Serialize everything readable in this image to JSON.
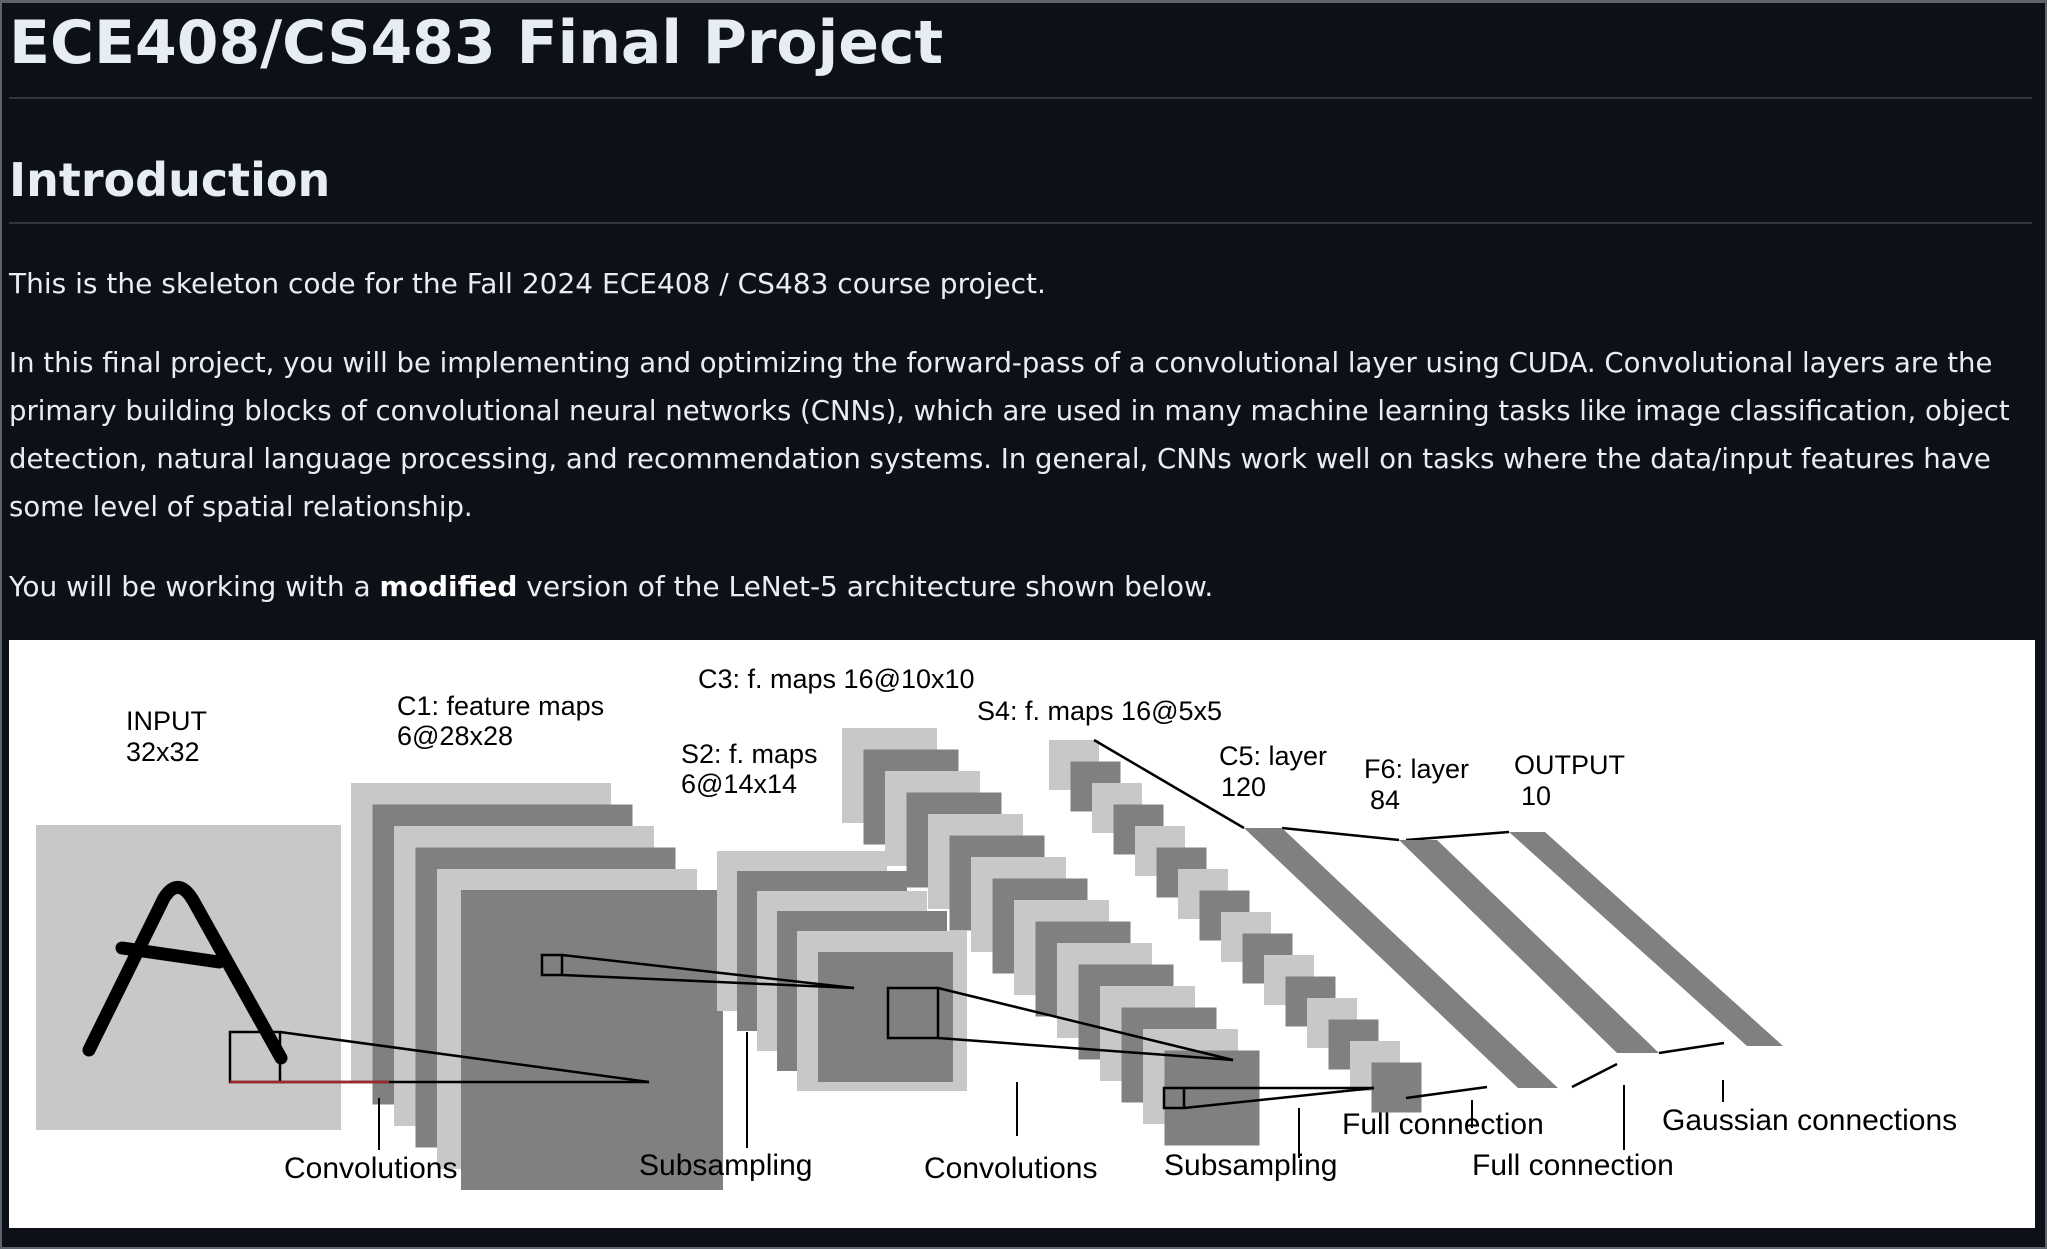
{
  "header": {
    "title": "ECE408/CS483 Final Project"
  },
  "intro": {
    "heading": "Introduction",
    "p1": "This is the skeleton code for the Fall 2024 ECE408 / CS483 course project.",
    "p2": "In this final project, you will be implementing and optimizing the forward-pass of a convolutional layer using CUDA. Convolutional layers are the primary building blocks of convolutional neural networks (CNNs), which are used in many machine learning tasks like image classification, object detection, natural language processing, and recommendation systems. In general, CNNs work well on tasks where the data/input features have some level of spatial relationship.",
    "p3_before": "You will be working with a ",
    "p3_bold": "modified",
    "p3_after": " version of the LeNet-5 architecture shown below."
  },
  "diagram": {
    "input_label": "INPUT",
    "input_size": "32x32",
    "c1_label": "C1: feature maps",
    "c1_size": "6@28x28",
    "s2_label": "S2: f. maps",
    "s2_size": "6@14x14",
    "c3_label": "C3: f. maps 16@10x10",
    "s4_label": "S4: f. maps 16@5x5",
    "c5_label": "C5: layer",
    "c5_size": "120",
    "f6_label": "F6: layer",
    "f6_size": "84",
    "output_label": "OUTPUT",
    "output_size": "10",
    "op_convolutions_1": "Convolutions",
    "op_subsampling_1": "Subsampling",
    "op_convolutions_2": "Convolutions",
    "op_subsampling_2": "Subsampling",
    "op_full_connection_1": "Full connection",
    "op_full_connection_2": "Full connection",
    "op_gaussian": "Gaussian connections"
  }
}
